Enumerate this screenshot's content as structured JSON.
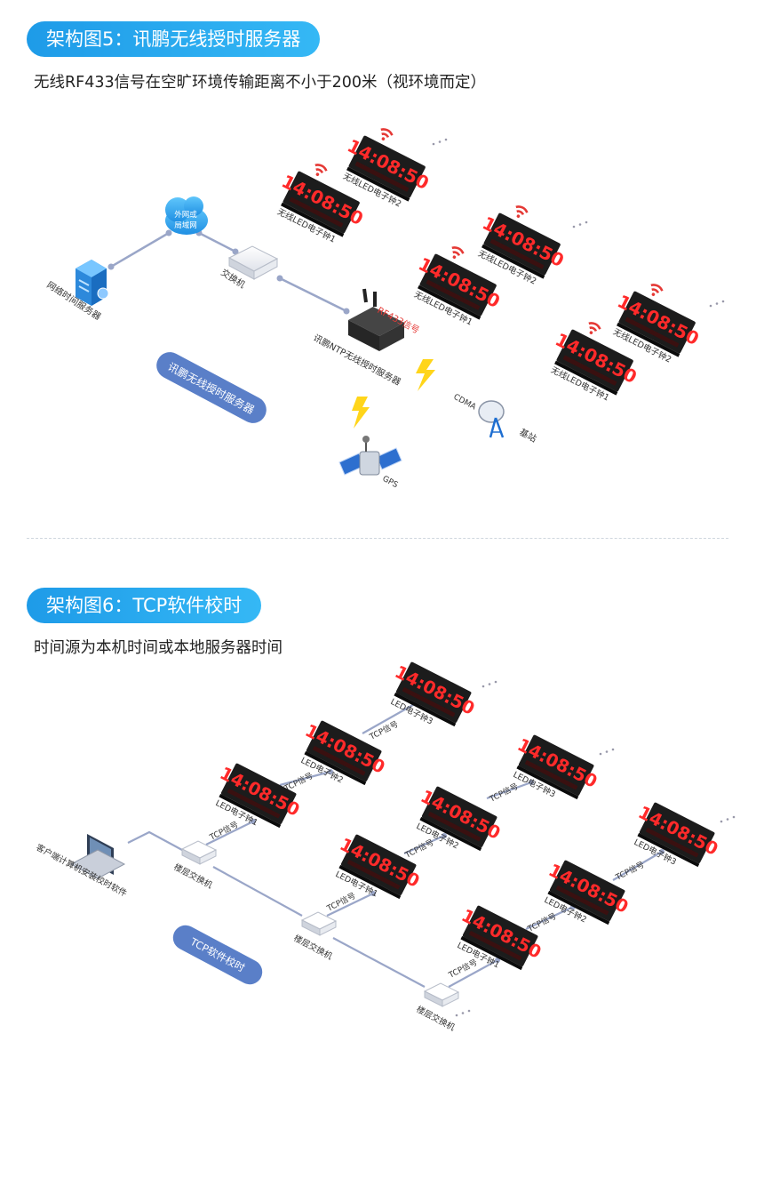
{
  "section5": {
    "title": "架构图5：讯鹏无线授时服务器",
    "subtitle": "无线RF433信号在空旷环境传输距离不小于200米（视环境而定）",
    "cloud_label_1": "外网或",
    "cloud_label_2": "局域网",
    "server_label": "网络时间服务器",
    "switch_label": "交换机",
    "ntp_label": "讯鹏NTP无线授时服务器",
    "rf_label": "RF433信号",
    "badge_label": "讯鹏无线授时服务器",
    "cdma_label": "CDMA",
    "station_label": "基站",
    "gps_label": "GPS",
    "clocks": [
      {
        "time": "14:08:50",
        "label": "无线LED电子钟2"
      },
      {
        "time": "14:08:50",
        "label": "无线LED电子钟1"
      },
      {
        "time": "14:08:50",
        "label": "无线LED电子钟2"
      },
      {
        "time": "14:08:50",
        "label": "无线LED电子钟1"
      },
      {
        "time": "14:08:50",
        "label": "无线LED电子钟2"
      },
      {
        "time": "14:08:50",
        "label": "无线LED电子钟1"
      }
    ]
  },
  "section6": {
    "title": "架构图6：TCP软件校时",
    "subtitle": "时间源为本机时间或本地服务器时间",
    "laptop_label": "客户端计算机安装校时软件",
    "badge_label": "TCP软件校时",
    "switch_label": "楼层交换机",
    "tcp_label": "TCP信号",
    "clocks": [
      {
        "time": "14:08:50",
        "label": "LED电子钟3"
      },
      {
        "time": "14:08:50",
        "label": "LED电子钟2"
      },
      {
        "time": "14:08:50",
        "label": "LED电子钟1"
      },
      {
        "time": "14:08:50",
        "label": "LED电子钟3"
      },
      {
        "time": "14:08:50",
        "label": "LED电子钟2"
      },
      {
        "time": "14:08:50",
        "label": "LED电子钟1"
      },
      {
        "time": "14:08:50",
        "label": "LED电子钟3"
      },
      {
        "time": "14:08:50",
        "label": "LED电子钟2"
      },
      {
        "time": "14:08:50",
        "label": "LED电子钟1"
      }
    ]
  },
  "colors": {
    "accent": "#2aa7ee",
    "led": "#ff2a2a",
    "badge": "#5a7fc8",
    "line": "#9aa6c8"
  }
}
